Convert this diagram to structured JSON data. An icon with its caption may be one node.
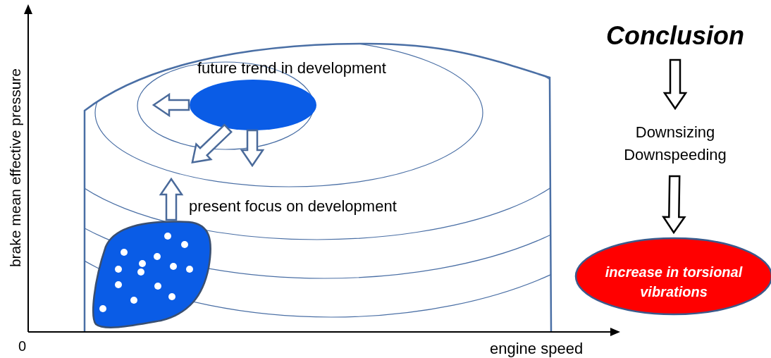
{
  "diagram": {
    "nodes": [
      {
        "text": [
          "future trend in development"
        ]
      },
      {
        "text": [
          "present focus on development"
        ]
      },
      {
        "text": [
          "Conclusion"
        ]
      },
      {
        "text": [
          "Downsizing Downspeeding"
        ]
      },
      {
        "text": [
          "increase in torsional vibrations"
        ]
      }
    ],
    "edges": [
      {
        "from": 0,
        "to": null,
        "arrow": "to"
      },
      {
        "from": 0,
        "to": null,
        "arrow": "to"
      },
      {
        "from": 0,
        "to": null,
        "arrow": "to"
      },
      {
        "from": 1,
        "to": null,
        "arrow": "to"
      },
      {
        "from": 2,
        "to": 3,
        "arrow": "to"
      },
      {
        "from": 3,
        "to": 4,
        "arrow": "to"
      }
    ],
    "labels": [
      "brake mean effective pressure",
      "0",
      "engine speed"
    ]
  }
}
